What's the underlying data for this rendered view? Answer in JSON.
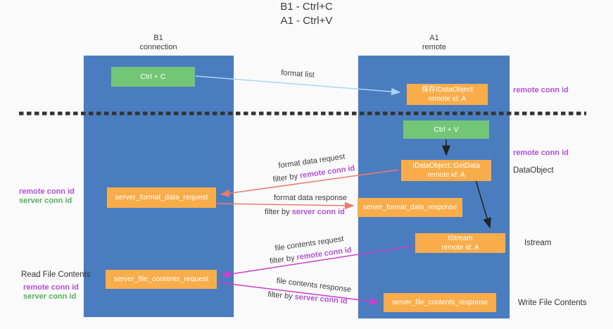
{
  "title": {
    "line1": "B1 - Ctrl+C",
    "line2": "A1 - Ctrl+V"
  },
  "lanes": {
    "b1": {
      "name": "B1",
      "role": "connection"
    },
    "a1": {
      "name": "A1",
      "role": "remote"
    }
  },
  "nodes": {
    "ctrl_c": {
      "label": "Ctrl + C"
    },
    "save_dataobject": {
      "line1": "保存IDataObject",
      "line2": "remote id: A"
    },
    "ctrl_v": {
      "label": "Ctrl + V"
    },
    "getdata": {
      "line1": "IDataObject::GetData",
      "line2": "remote id: A"
    },
    "format_request": {
      "label": "server_format_data_request"
    },
    "format_response": {
      "label": "server_format_data_response"
    },
    "istream": {
      "line1": "IStream",
      "line2": "remote id: A"
    },
    "file_request": {
      "label": "server_file_contents_request"
    },
    "file_response": {
      "label": "server_file_contents_response"
    }
  },
  "arrows": {
    "format_list": {
      "label": "format list"
    },
    "format_request": {
      "label": "format data request",
      "filter_prefix": "filter by ",
      "filter_key": "remote conn id"
    },
    "format_response": {
      "label": "format data response",
      "filter_prefix": "filter by ",
      "filter_key": "server conn id"
    },
    "file_request": {
      "label": "file contents request",
      "filter_prefix": "filter by ",
      "filter_key": "remote conn id"
    },
    "file_response": {
      "label": "file contents response",
      "filter_prefix": "filter by ",
      "filter_key": "server conn id"
    }
  },
  "annotations": {
    "right_top_conn": "remote conn id",
    "right_mid_conn": "remote conn id",
    "dataobject": "DataObject",
    "istream": "Istream",
    "write_file": "Write File Contents",
    "left_mid_remote": "remote conn id",
    "left_mid_server": "server conn id",
    "read_file": "Read File Contents",
    "left_bottom_remote": "remote conn id",
    "left_bottom_server": "server conn id"
  },
  "colors": {
    "lane_blue": "#4a7dbf",
    "box_orange": "#f9ad4a",
    "box_green": "#74c677",
    "purple_text": "#b052d4",
    "green_text": "#52b25a",
    "arrow_red": "#ee7a70",
    "arrow_magenta": "#cd3fcd",
    "arrow_light_blue": "#a9d7f2",
    "arrow_black": "#222222",
    "background": "#fafafa"
  }
}
